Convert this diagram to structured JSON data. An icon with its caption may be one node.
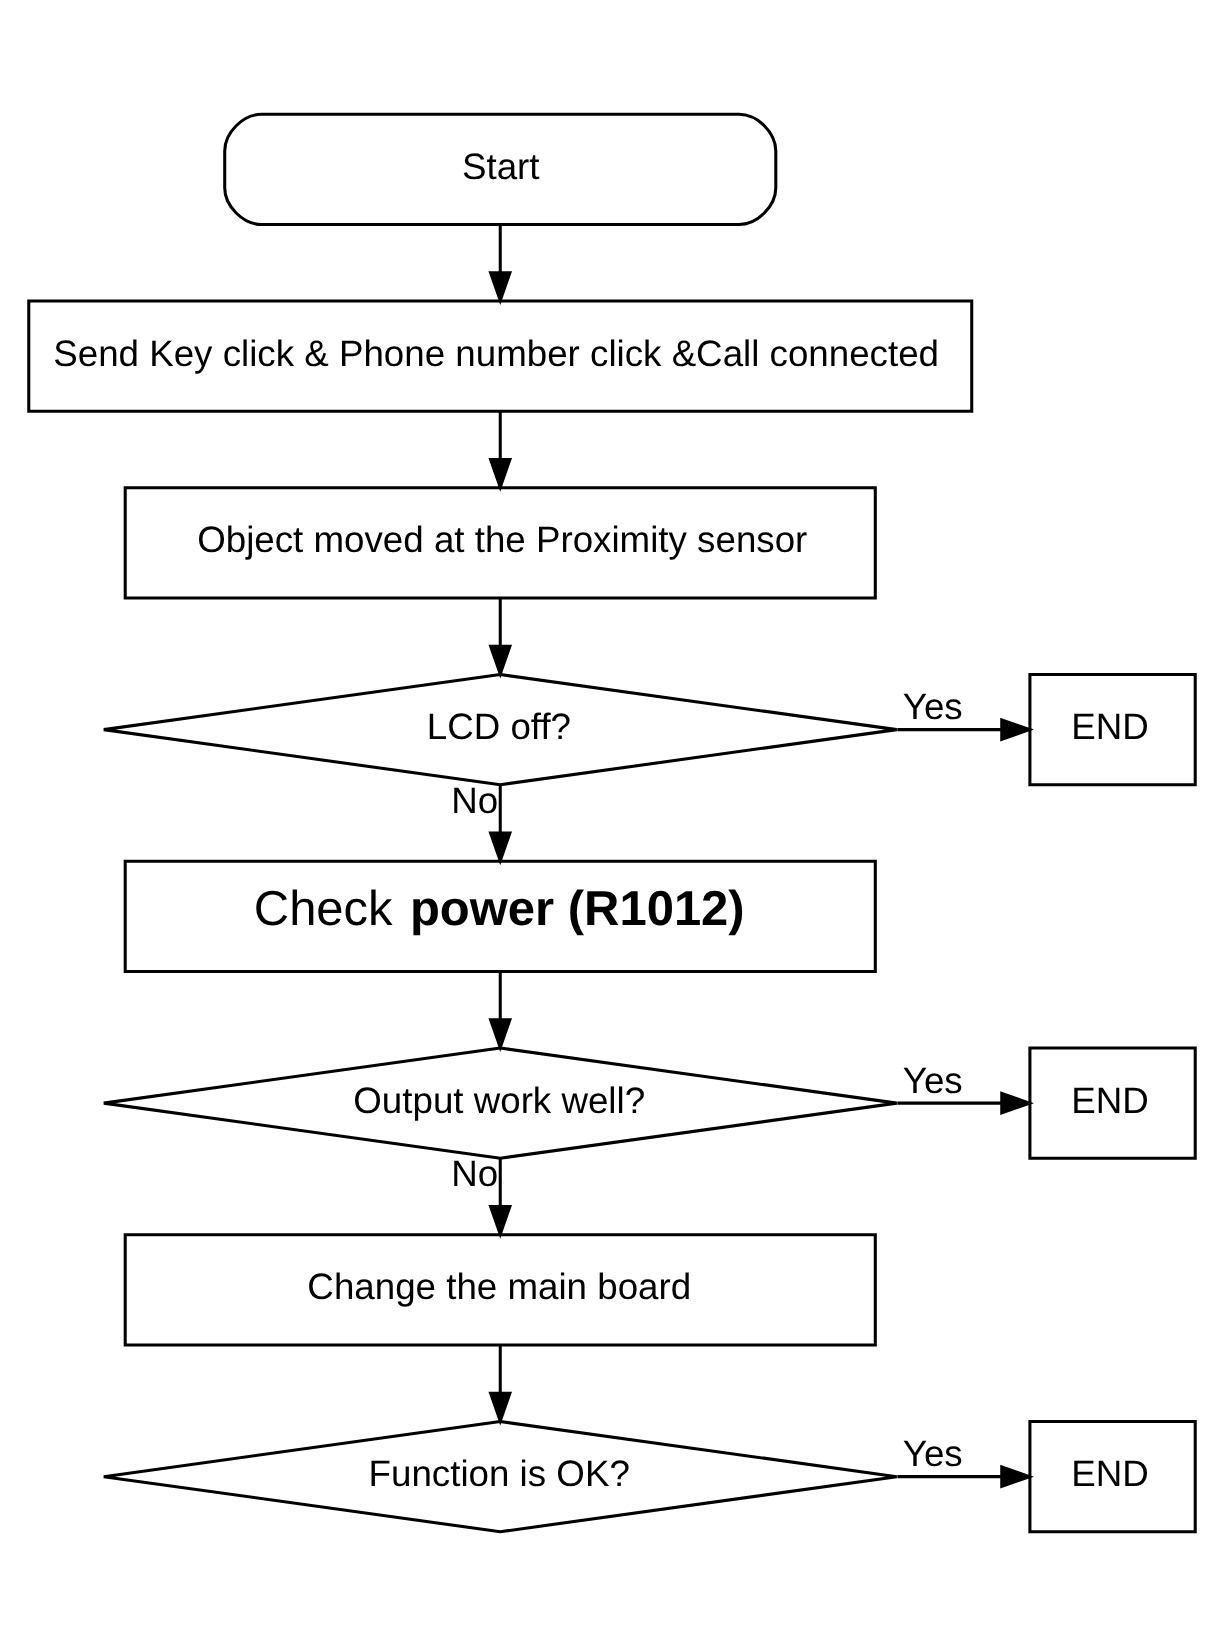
{
  "diagram": {
    "nodes": [
      {
        "text": [
          "Start"
        ]
      },
      {
        "text": [
          "Send Key click & Phone number click &Call connected"
        ]
      },
      {
        "text": [
          "Object moved at the Proximity sensor"
        ]
      },
      {
        "text": [
          "LCD off?"
        ]
      },
      {
        "text": [
          "END"
        ]
      },
      {
        "text": [
          "Check **power (R1012)**"
        ]
      },
      {
        "text": [
          "Output work well?"
        ]
      },
      {
        "text": [
          "END"
        ]
      },
      {
        "text": [
          "Change the main board"
        ]
      },
      {
        "text": [
          "Function is OK?"
        ]
      },
      {
        "text": [
          "END"
        ]
      }
    ],
    "edges": [
      {
        "from": 0,
        "to": 1,
        "arrow": "to"
      },
      {
        "from": 1,
        "to": 2,
        "arrow": "to"
      },
      {
        "from": 2,
        "to": 3,
        "arrow": "to"
      },
      {
        "from": 3,
        "to": 4,
        "arrow": "to",
        "label": "Yes"
      },
      {
        "from": 3,
        "to": 5,
        "arrow": "to",
        "label": "No"
      },
      {
        "from": 5,
        "to": 6,
        "arrow": "to"
      },
      {
        "from": 6,
        "to": 7,
        "arrow": "to",
        "label": "Yes"
      },
      {
        "from": 6,
        "to": 8,
        "arrow": "to",
        "label": "No"
      },
      {
        "from": 8,
        "to": 9,
        "arrow": "to"
      },
      {
        "from": 9,
        "to": 10,
        "arrow": "to",
        "label": "Yes"
      }
    ]
  }
}
